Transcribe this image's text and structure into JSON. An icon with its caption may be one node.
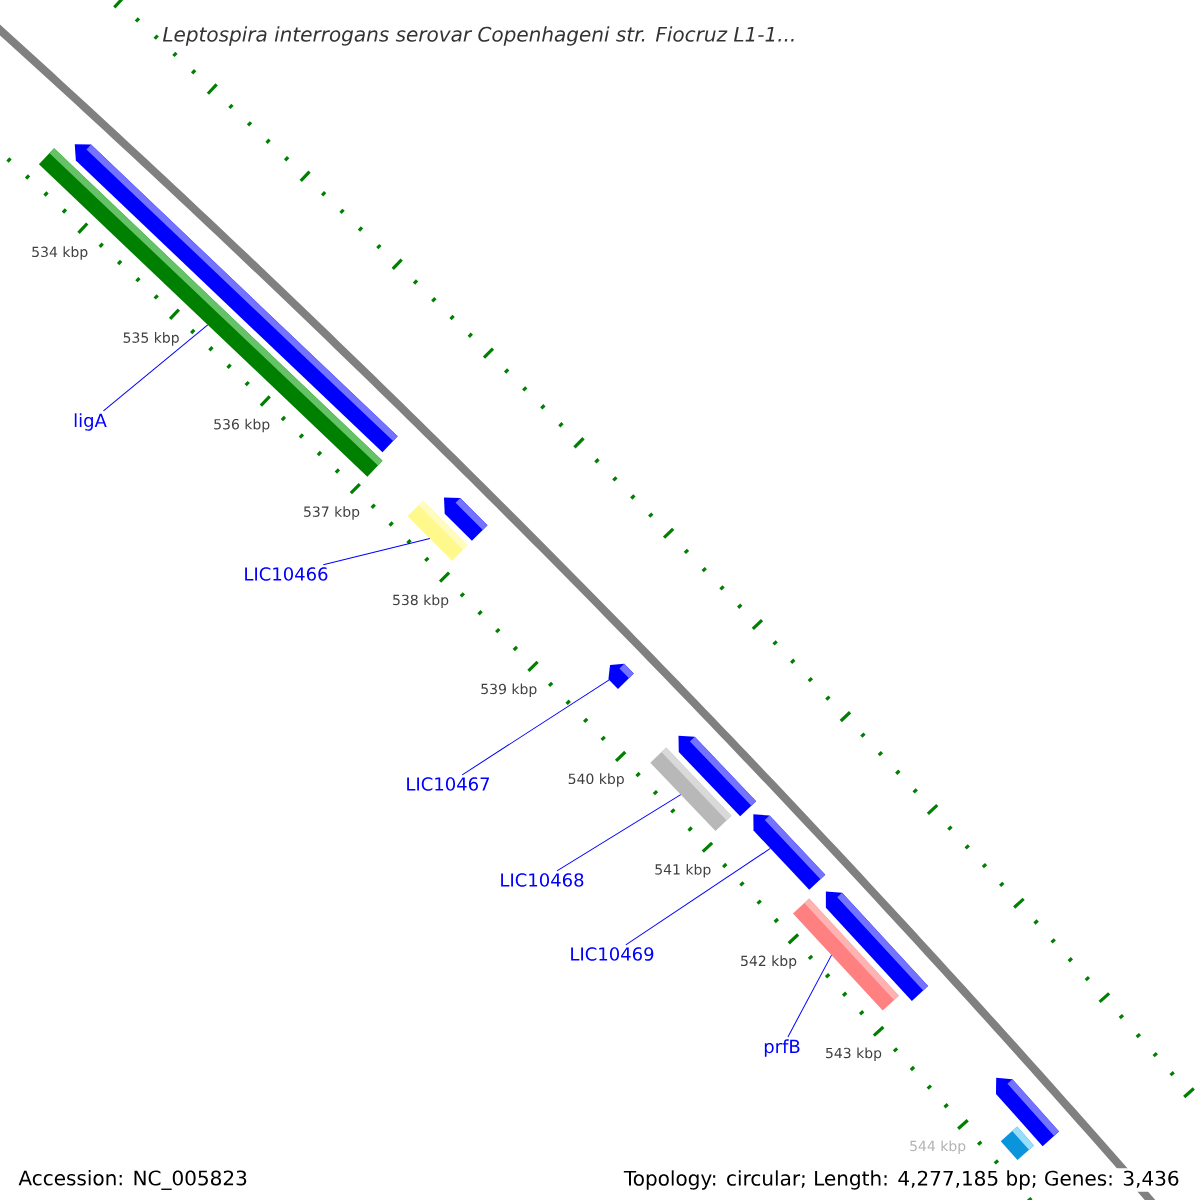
{
  "diagram": {
    "title": "*Leptospira interrogans serovar Copenhageni str. Fiocruz L1-1...*",
    "nodes": [
      {
        "text": [
          "ligA"
        ]
      },
      {
        "text": [
          "LIC10466"
        ]
      },
      {
        "text": [
          "LIC10467"
        ]
      },
      {
        "text": [
          "LIC10468"
        ]
      },
      {
        "text": [
          "LIC10469"
        ]
      },
      {
        "text": [
          "prfB"
        ]
      },
      {
        "text": [],
        "shape": "bar"
      },
      {
        "text": [],
        "shape": "bar"
      },
      {
        "text": [],
        "shape": "bar"
      },
      {
        "text": [],
        "shape": "bar"
      },
      {
        "text": [],
        "shape": "bar"
      },
      {
        "text": [],
        "shape": "bar"
      },
      {
        "text": [],
        "shape": "bar"
      },
      {
        "text": [],
        "shape": "bar"
      },
      {
        "text": [],
        "shape": "bar"
      },
      {
        "text": [],
        "shape": "bar"
      },
      {
        "text": [],
        "shape": "bar"
      },
      {
        "text": [],
        "shape": "bar"
      }
    ],
    "edges": [
      {
        "from": 0,
        "to": 7,
        "arrow": "none"
      },
      {
        "from": 1,
        "to": 8,
        "arrow": "none"
      },
      {
        "from": 2,
        "to": 10,
        "arrow": "none"
      },
      {
        "from": 3,
        "to": 11,
        "arrow": "none"
      },
      {
        "from": 4,
        "to": 13,
        "arrow": "none"
      },
      {
        "from": 5,
        "to": 14,
        "arrow": "none"
      }
    ],
    "labels": [
      "534 kbp",
      "535 kbp",
      "536 kbp",
      "537 kbp",
      "538 kbp",
      "539 kbp",
      "540 kbp",
      "541 kbp",
      "542 kbp",
      "543 kbp",
      "544 kbp",
      "Accession: NC_005823",
      "Topology: circular; Length: 4,277,185 bp; Genes: 3,436"
    ]
  }
}
